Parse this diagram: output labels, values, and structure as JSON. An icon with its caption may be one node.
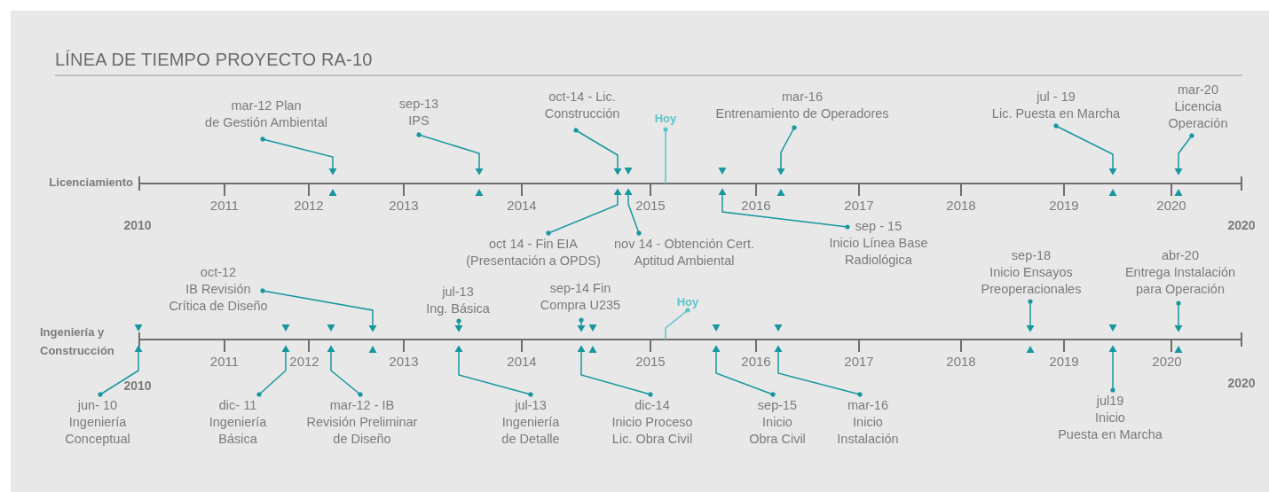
{
  "diagram": {
    "title": "LÍNEA DE TIEMPO PROYECTO RA-10",
    "nodes": [
      {
        "text": [
          "mar-12 Plan de Gestión Ambiental"
        ]
      },
      {
        "text": [
          "sep-13 IPS"
        ]
      },
      {
        "text": [
          "oct-14 - Lic. Construcción"
        ]
      },
      {
        "text": [
          "Hoy"
        ]
      },
      {
        "text": [
          "mar-16 Entrenamiento de Operadores"
        ]
      },
      {
        "text": [
          "jul - 19 Lic. Puesta en Marcha"
        ]
      },
      {
        "text": [
          "mar-20 Licencia Operación"
        ]
      },
      {
        "text": [
          "oct 14 - Fin EIA (Presentación a OPDS)"
        ]
      },
      {
        "text": [
          "nov 14 - Obtención Cert. Aptitud Ambiental"
        ]
      },
      {
        "text": [
          "sep - 15 Inicio Línea Base Radiológica"
        ]
      },
      {
        "text": [
          "sep-18 Inicio Ensayos Preoperacionales"
        ]
      },
      {
        "text": [
          "abr-20 Entrega Instalación para Operación"
        ]
      },
      {
        "text": [
          "oct-12 IB Revisión Crítica de Diseño"
        ]
      },
      {
        "text": [
          "jul-13 Ing. Básica"
        ]
      },
      {
        "text": [
          "sep-14 Fin Compra U235"
        ]
      },
      {
        "text": [
          "Hoy"
        ]
      },
      {
        "text": [
          "jun- 10 Ingeniería Conceptual"
        ]
      },
      {
        "text": [
          "dic- 11 Ingeniería Básica"
        ]
      },
      {
        "text": [
          "mar-12 - IB Revisión Preliminar de Diseño"
        ]
      },
      {
        "text": [
          "jul-13 Ingeniería de Detalle"
        ]
      },
      {
        "text": [
          "dic-14 Inicio Proceso Lic. Obra Civil"
        ]
      },
      {
        "text": [
          "sep-15 Inicio Obra Civil"
        ]
      },
      {
        "text": [
          "mar-16 Inicio Instalación"
        ]
      },
      {
        "text": [
          "jul19 Inicio Puesta en Marcha"
        ]
      },
      {
        "text": [],
        "shape": "triangle"
      },
      {
        "text": [],
        "shape": "triangle"
      },
      {
        "text": [],
        "shape": "triangle"
      },
      {
        "text": [],
        "shape": "triangle"
      },
      {
        "text": [],
        "shape": "triangle"
      },
      {
        "text": [],
        "shape": "triangle"
      },
      {
        "text": [],
        "shape": "triangle"
      },
      {
        "text": [],
        "shape": "triangle"
      },
      {
        "text": [],
        "shape": "triangle"
      },
      {
        "text": [],
        "shape": "triangle"
      },
      {
        "text": [],
        "shape": "triangle"
      },
      {
        "text": [],
        "shape": "triangle"
      },
      {
        "text": [],
        "shape": "triangle"
      },
      {
        "text": [],
        "shape": "triangle"
      },
      {
        "text": [],
        "shape": "triangle"
      },
      {
        "text": [],
        "shape": "triangle"
      },
      {
        "text": [],
        "shape": "triangle"
      },
      {
        "text": [],
        "shape": "triangle"
      },
      {
        "text": [],
        "shape": "triangle"
      },
      {
        "text": [],
        "shape": "triangle"
      },
      {
        "text": [],
        "shape": "triangle"
      },
      {
        "text": [],
        "shape": "triangle"
      }
    ],
    "edges": [
      {
        "from": 0,
        "to": 24,
        "arrow": "to"
      },
      {
        "from": 1,
        "to": 25,
        "arrow": "to"
      },
      {
        "from": 2,
        "to": 26,
        "arrow": "to"
      },
      {
        "from": 3,
        "to": null,
        "arrow": "other",
        "color": "#5cc4c9"
      },
      {
        "from": 4,
        "to": 30,
        "arrow": "to"
      },
      {
        "from": 5,
        "to": 31,
        "arrow": "to"
      },
      {
        "from": 6,
        "to": 32,
        "arrow": "to"
      },
      {
        "from": 7,
        "to": 27,
        "arrow": "to"
      },
      {
        "from": 8,
        "to": 28,
        "arrow": "to"
      },
      {
        "from": 9,
        "to": 29,
        "arrow": "to"
      },
      {
        "from": 10,
        "to": 43,
        "arrow": "to"
      },
      {
        "from": 11,
        "to": 45,
        "arrow": "to"
      },
      {
        "from": 12,
        "to": 36,
        "arrow": "to"
      },
      {
        "from": 13,
        "to": 37,
        "arrow": "to"
      },
      {
        "from": 14,
        "to": 39,
        "arrow": "to"
      },
      {
        "from": 15,
        "to": null,
        "arrow": "other",
        "color": "#5cc4c9"
      },
      {
        "from": 16,
        "to": 33,
        "arrow": "to"
      },
      {
        "from": 17,
        "to": 34,
        "arrow": "to"
      },
      {
        "from": 18,
        "to": 35,
        "arrow": "to"
      },
      {
        "from": 19,
        "to": 38,
        "arrow": "to"
      },
      {
        "from": 20,
        "to": 40,
        "arrow": "to"
      },
      {
        "from": 21,
        "to": 41,
        "arrow": "to"
      },
      {
        "from": 22,
        "to": 42,
        "arrow": "to"
      },
      {
        "from": 23,
        "to": 44,
        "arrow": "to"
      }
    ],
    "labels": [
      "Licenciamiento",
      "2011",
      "2012",
      "2013",
      "2014",
      "2015",
      "2016",
      "2017",
      "2018",
      "2019",
      "2020",
      "2010",
      "2020",
      "Ingeniería y Construcción",
      "2011",
      "2012",
      "2013",
      "2014",
      "2015",
      "2016",
      "2017",
      "2018",
      "2019",
      "2020",
      "2010",
      "2020"
    ]
  }
}
